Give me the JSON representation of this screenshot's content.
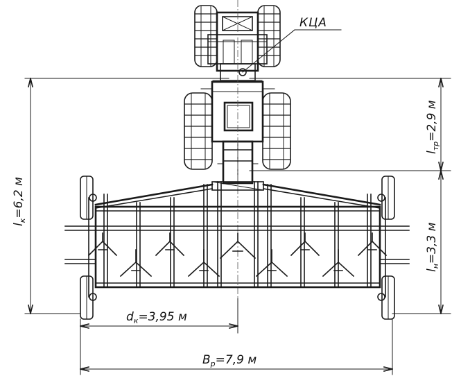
{
  "labels": {
    "kca": "КЦА"
  },
  "dimensions": {
    "lk": {
      "symbol": "l",
      "sub": "к",
      "value": "=6,2 м"
    },
    "ltr": {
      "symbol": "l",
      "sub": "тр",
      "value": "=2,9 м"
    },
    "ln": {
      "symbol": "l",
      "sub": "н",
      "value": "=3,3 м"
    },
    "dk": {
      "symbol": "d",
      "sub": "к",
      "value": "=3,95 м"
    },
    "bp": {
      "symbol": "B",
      "sub": "р",
      "value": "=7,9 м"
    }
  }
}
